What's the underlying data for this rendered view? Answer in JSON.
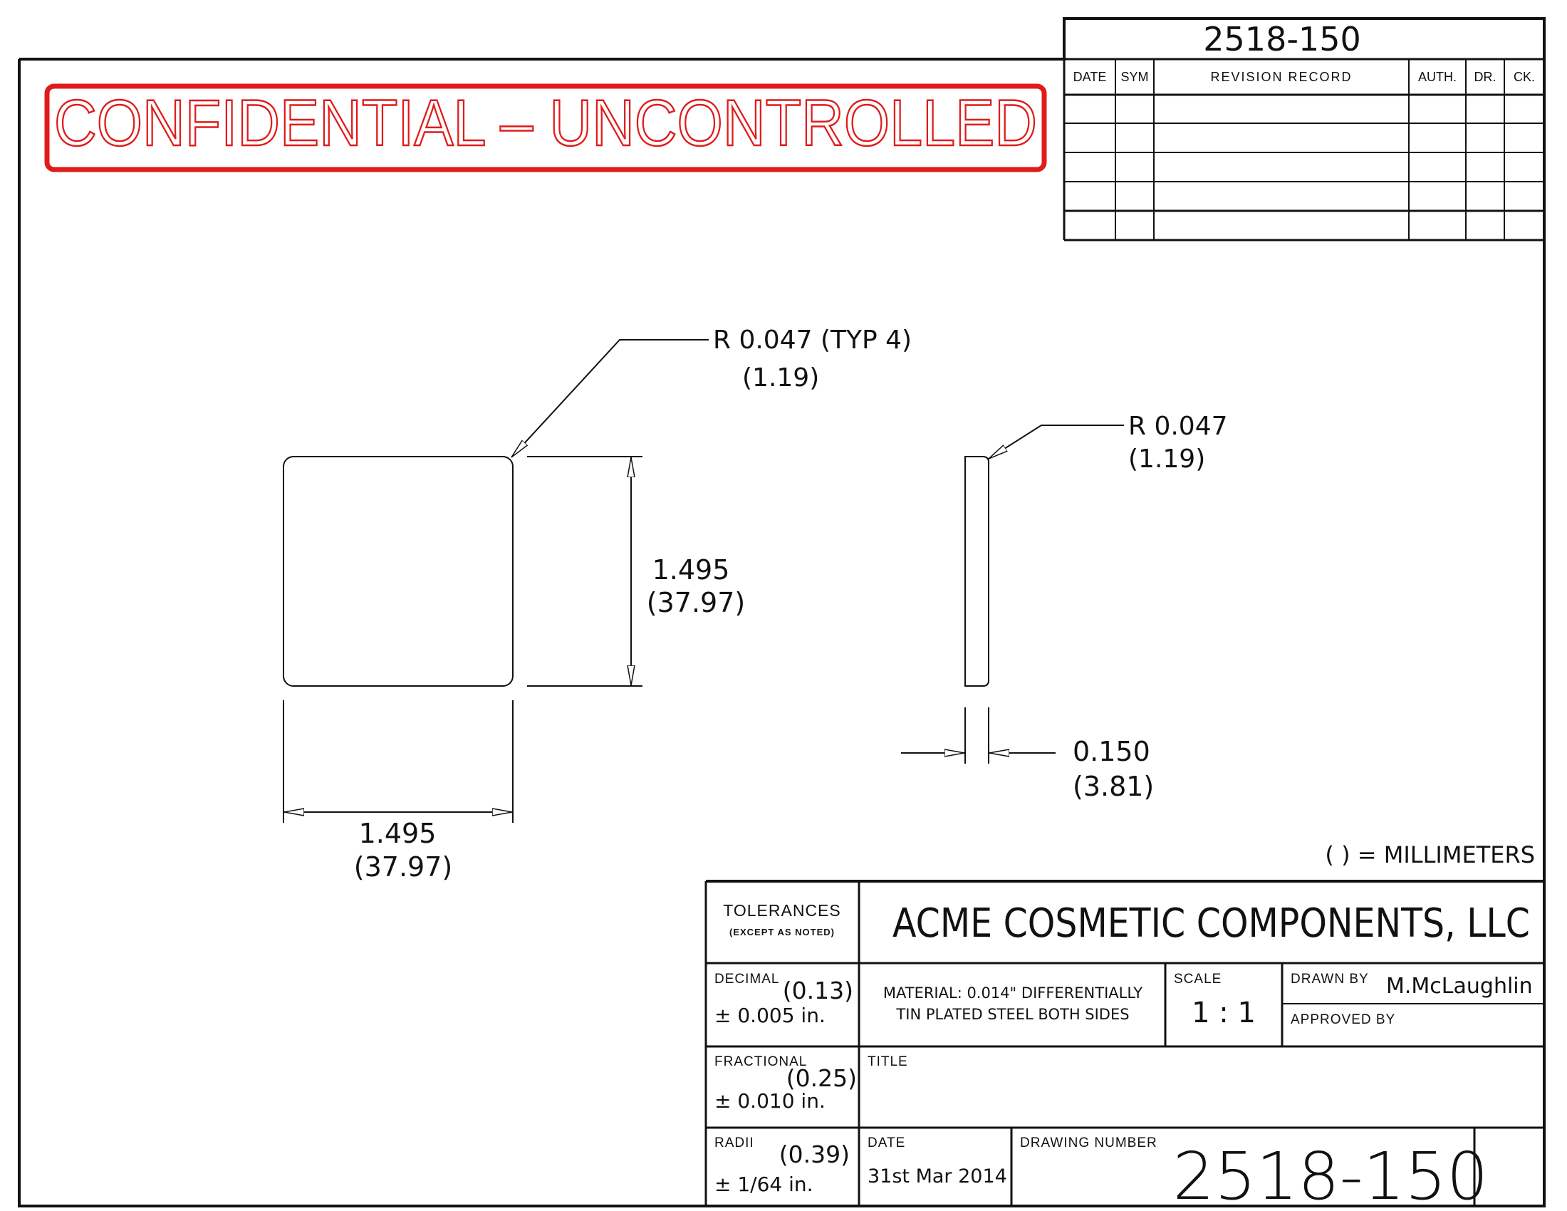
{
  "stamp": {
    "text": "CONFIDENTIAL – UNCONTROLLED",
    "color": "#e01b1b"
  },
  "header_number": "2518-150",
  "revision": {
    "columns": [
      "DATE",
      "SYM",
      "REVISION RECORD",
      "AUTH.",
      "DR.",
      "CK."
    ],
    "row_count": 5
  },
  "dimensions": {
    "corner_radius": {
      "in": "R 0.047 (TYP 4)",
      "mm": "(1.19)"
    },
    "side_radius": {
      "in": "R 0.047",
      "mm": "(1.19)"
    },
    "height": {
      "in": "1.495",
      "mm": "(37.97)"
    },
    "width": {
      "in": "1.495",
      "mm": "(37.97)"
    },
    "thickness": {
      "in": "0.150",
      "mm": "(3.81)"
    }
  },
  "units_note": "( ) = MILLIMETERS",
  "title_block": {
    "tolerances_label": "TOLERANCES",
    "except_note": "(EXCEPT AS NOTED)",
    "company": "ACME COSMETIC COMPONENTS, LLC",
    "decimal": {
      "label": "DECIMAL",
      "mm": "(0.13)",
      "value": "± 0.005 in."
    },
    "material_line1": "MATERIAL: 0.014\" DIFFERENTIALLY",
    "material_line2": "TIN PLATED STEEL BOTH SIDES",
    "scale_label": "SCALE",
    "scale_value": "1 : 1",
    "drawn_by_label": "DRAWN BY",
    "drawn_by_value": "M.McLaughlin",
    "approved_by_label": "APPROVED BY",
    "fractional": {
      "label": "FRACTIONAL",
      "mm": "(0.25)",
      "value": "± 0.010 in."
    },
    "title_label": "TITLE",
    "radii": {
      "label": "RADII",
      "mm": "(0.39)",
      "value": "± 1/64 in."
    },
    "date_label": "DATE",
    "date_value": "31st Mar 2014",
    "drawing_number_label": "DRAWING NUMBER",
    "drawing_number": "2518-150"
  }
}
